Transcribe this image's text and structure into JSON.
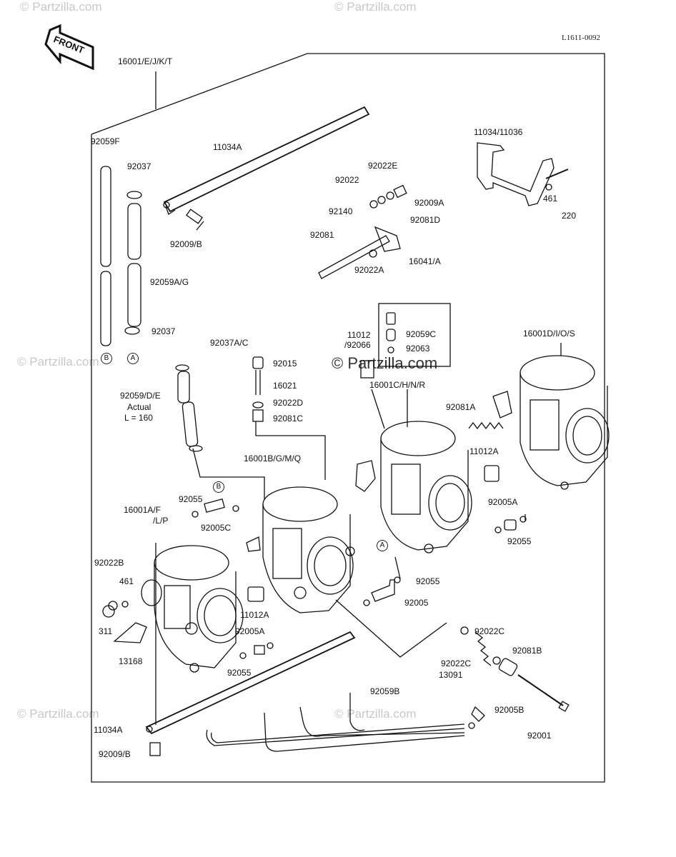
{
  "watermarks": {
    "text": "© Partzilla.com",
    "center_text": "© Partzilla.com"
  },
  "diagram_id": "L1611-0092",
  "front_label": "FRONT",
  "circle_refs": {
    "a": "A",
    "b": "B"
  },
  "notes": {
    "actual": "Actual",
    "length": "L = 160"
  },
  "parts": {
    "p16001EJKT": "16001/E/J/K/T",
    "p92059F": "92059F",
    "p11034A_top": "11034A",
    "p92037_top": "92037",
    "p92009B_top": "92009/B",
    "p92059AG": "92059A/G",
    "p92037_bot": "92037",
    "p92022E": "92022E",
    "p92022": "92022",
    "p92009A": "92009A",
    "p92140": "92140",
    "p92081D": "92081D",
    "p92081": "92081",
    "p16041A": "16041/A",
    "p92022A": "92022A",
    "p11034_11036": "11034/11036",
    "p461_r": "461",
    "p220": "220",
    "p92037AC": "92037A/C",
    "p92015": "92015",
    "p16021": "16021",
    "p92022D": "92022D",
    "p92081C": "92081C",
    "p92059DE": "92059/D/E",
    "p11012": "11012",
    "p92066": "/92066",
    "p92059C": "92059C",
    "p92063": "92063",
    "p16001DIOS": "16001D/I/O/S",
    "p16001CHNR": "16001C/H/N/R",
    "p92081A": "92081A",
    "p11012A_r": "11012A",
    "p16001BGMQ": "16001B/G/M/Q",
    "p92055_l": "92055",
    "p92005C": "92005C",
    "p16001AF": "16001A/F",
    "p_LP": "/L/P",
    "p92005A_r": "92005A",
    "p92055_r": "92055",
    "p92022B": "92022B",
    "p461_l": "461",
    "p311": "311",
    "p13168": "13168",
    "p11012A_c": "11012A",
    "p92005A_c": "92005A",
    "p92055_c": "92055",
    "p92055_m": "92055",
    "p92005": "92005",
    "p92022C_1": "92022C",
    "p92081B": "92081B",
    "p92022C_2": "92022C",
    "p13091": "13091",
    "p92059B": "92059B",
    "p92005B": "92005B",
    "p92001": "92001",
    "p11034A_bot": "11034A",
    "p92009B_bot": "92009/B"
  }
}
